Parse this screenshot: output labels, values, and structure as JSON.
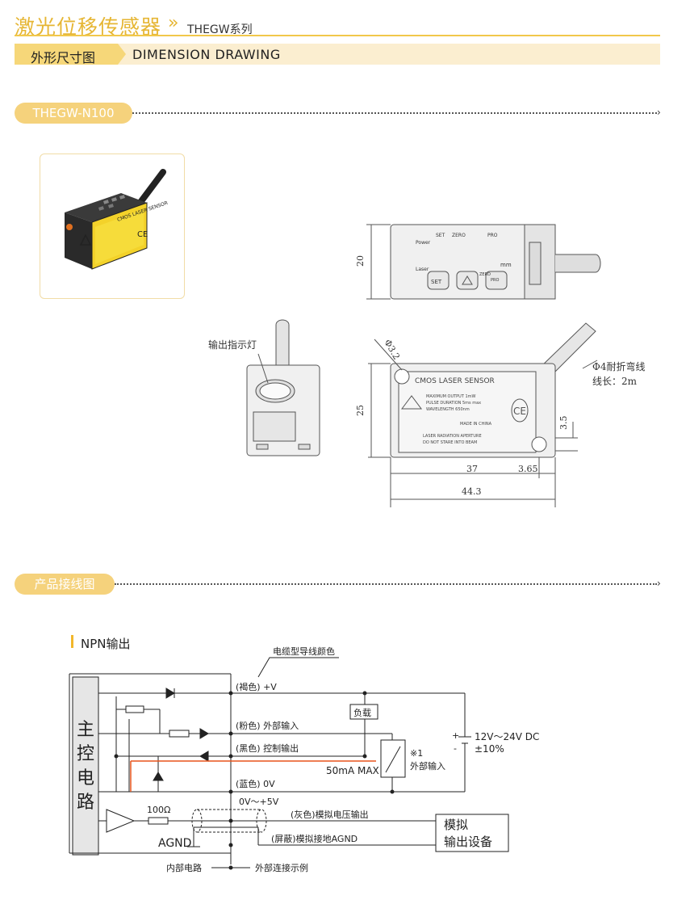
{
  "header": {
    "title": "激光位移传感器",
    "chevron": "»",
    "series": "THEGW系列"
  },
  "section_bar": {
    "label_cn": "外形尺寸图",
    "label_en": "DIMENSION DRAWING"
  },
  "model_pill": "THEGW-N100",
  "wiring_pill": "产品接线图",
  "product_label": {
    "brand": "CMOS LASER SENSOR",
    "ce": "CE"
  },
  "dimension_drawing": {
    "front_labels": {
      "set": "SET",
      "zero": "ZERO",
      "pro": "PRO",
      "power": "Power",
      "laser": "Laser",
      "mm": "mm",
      "btn_set": "SET",
      "btn_zero": "ZERO",
      "btn_pro": "PRO"
    },
    "height_top": "20",
    "indicator_label": "输出指示灯",
    "hole_dia": "Φ3.2",
    "cable_note1": "Φ4耐折弯线",
    "cable_note2": "线长：2m",
    "side_height": "25",
    "dim_37": "37",
    "dim_365": "3.65",
    "dim_443": "44.3",
    "dim_35": "3.5",
    "side_plate": {
      "title": "CMOS LASER SENSOR",
      "line1": "MAXIMUM OUTPUT  1mW",
      "line2": "PULSE DURATION  5ms max",
      "line3": "WAVELENGTH  650nm",
      "made": "MADE IN CHINA",
      "warn1": "LASER RADIATION APERTURE",
      "warn2": "DO NOT STARE INTO BEAM",
      "ce": "CE"
    }
  },
  "wiring": {
    "npn_title": "NPN输出",
    "cable_color_label": "电缆型导线颜色",
    "main_circuit": [
      "主",
      "控",
      "电",
      "路"
    ],
    "brown": "(褐色) +V",
    "pink": "(粉色) 外部输入",
    "black": "(黑色) 控制输出",
    "blue": "(蓝色) 0V",
    "load": "负载",
    "ext_mark": "※1",
    "ext_input": "外部输入",
    "supply1": "12V～24V DC",
    "supply2": "±10%",
    "max": "50mA MAX",
    "range": "0V～+5V",
    "gray": "(灰色)模拟电压输出",
    "shield": "(屏蔽)模拟接地AGND",
    "resistor": "100Ω",
    "agnd": "AGND",
    "analog1": "模拟",
    "analog2": "输出设备",
    "inner": "内部电路",
    "outer": "外部连接示例",
    "plus": "+",
    "minus": "-"
  }
}
